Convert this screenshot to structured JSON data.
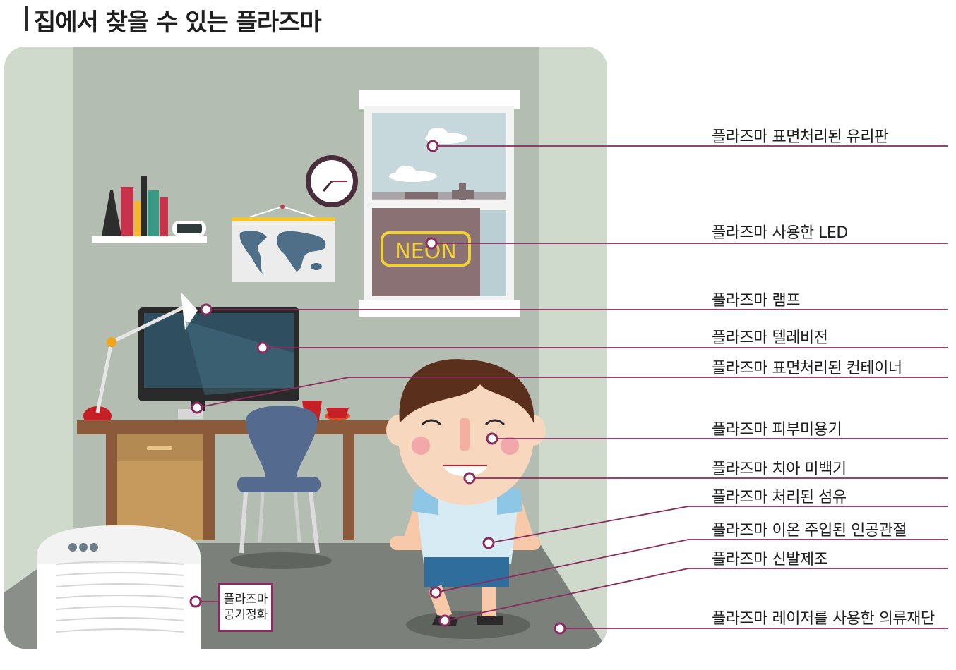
{
  "title": "집에서 찾을 수 있는 플라즈마",
  "neon_sign": "NEON",
  "air_purifier_label": [
    "플라즈마",
    "공기정화"
  ],
  "labels": [
    {
      "id": "glass",
      "text": "플라즈마 표면처리된 유리판"
    },
    {
      "id": "led",
      "text": "플라즈마 사용한 LED"
    },
    {
      "id": "lamp",
      "text": "플라즈마 램프"
    },
    {
      "id": "tv",
      "text": "플라즈마 텔레비전"
    },
    {
      "id": "container",
      "text": "플라즈마 표면처리된 컨테이너"
    },
    {
      "id": "skin",
      "text": "플라즈마 피부미용기"
    },
    {
      "id": "teeth",
      "text": "플라즈마 치아 미백기"
    },
    {
      "id": "fiber",
      "text": "플라즈마 처리된 섬유"
    },
    {
      "id": "joint",
      "text": "플라즈마 이온 주입된 인공관절"
    },
    {
      "id": "shoes",
      "text": "플라즈마 신발제조"
    },
    {
      "id": "laser",
      "text": "플라즈마 레이저를 사용한 의류재단"
    }
  ],
  "colors": {
    "leader": "#8a2a5e",
    "wall": "#b7bfb3",
    "floor": "#7b817a"
  }
}
